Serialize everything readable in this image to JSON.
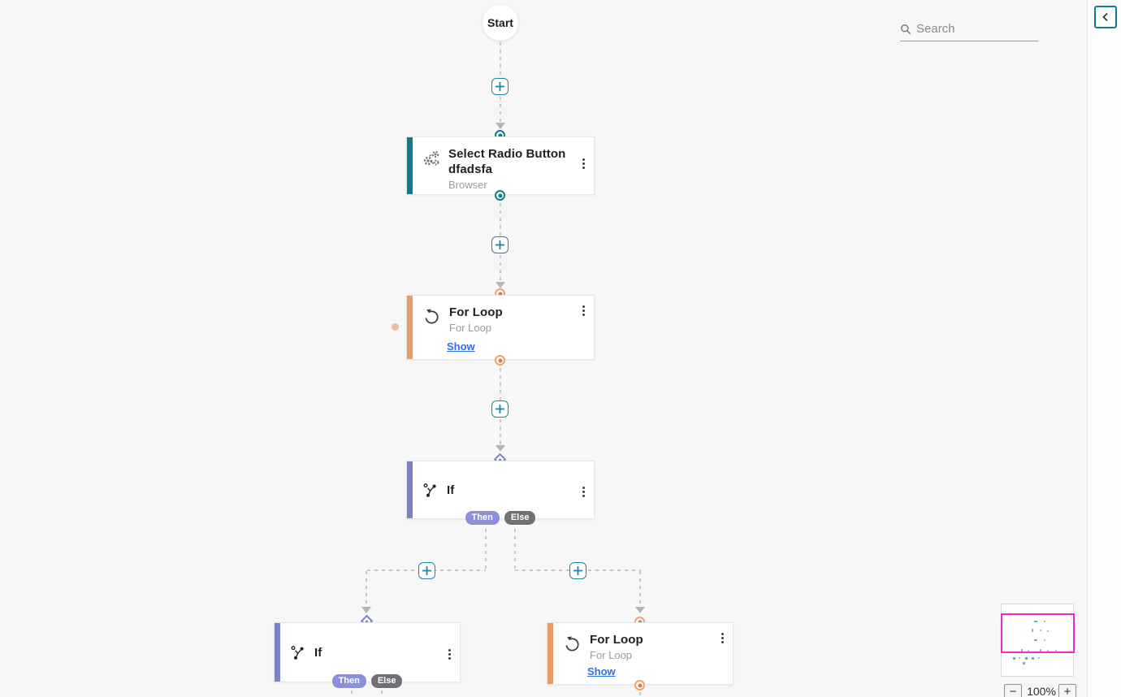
{
  "toolbar": {
    "search_placeholder": "Search"
  },
  "flow": {
    "start_label": "Start",
    "nodes": [
      {
        "title": "Select Radio Button dfadsfa",
        "subtitle": "Browser"
      },
      {
        "title": "For Loop",
        "subtitle": "For Loop",
        "show_label": "Show"
      },
      {
        "title": "If",
        "then_label": "Then",
        "else_label": "Else"
      },
      {
        "title": "If",
        "then_label": "Then",
        "else_label": "Else"
      },
      {
        "title": "For Loop",
        "subtitle": "For Loop",
        "show_label": "Show"
      }
    ]
  },
  "minimap": {
    "zoom_out_label": "−",
    "zoom_level": "100%",
    "zoom_in_label": "+"
  },
  "colors": {
    "canvas_bg": "#f7f7f7",
    "teal_accent": "#0e7d8d",
    "plus_button_teal": "#1b87a4",
    "orange_accent": "#eb9b66",
    "orange_port_center": "#de7b3e",
    "purple_accent": "#7d82c6",
    "then_badge": "#8b90d9",
    "else_badge": "#717074",
    "show_link_blue": "#2f6fed",
    "minimap_viewport": "#ee2bcd",
    "dashed_line": "#c9c9c9"
  }
}
